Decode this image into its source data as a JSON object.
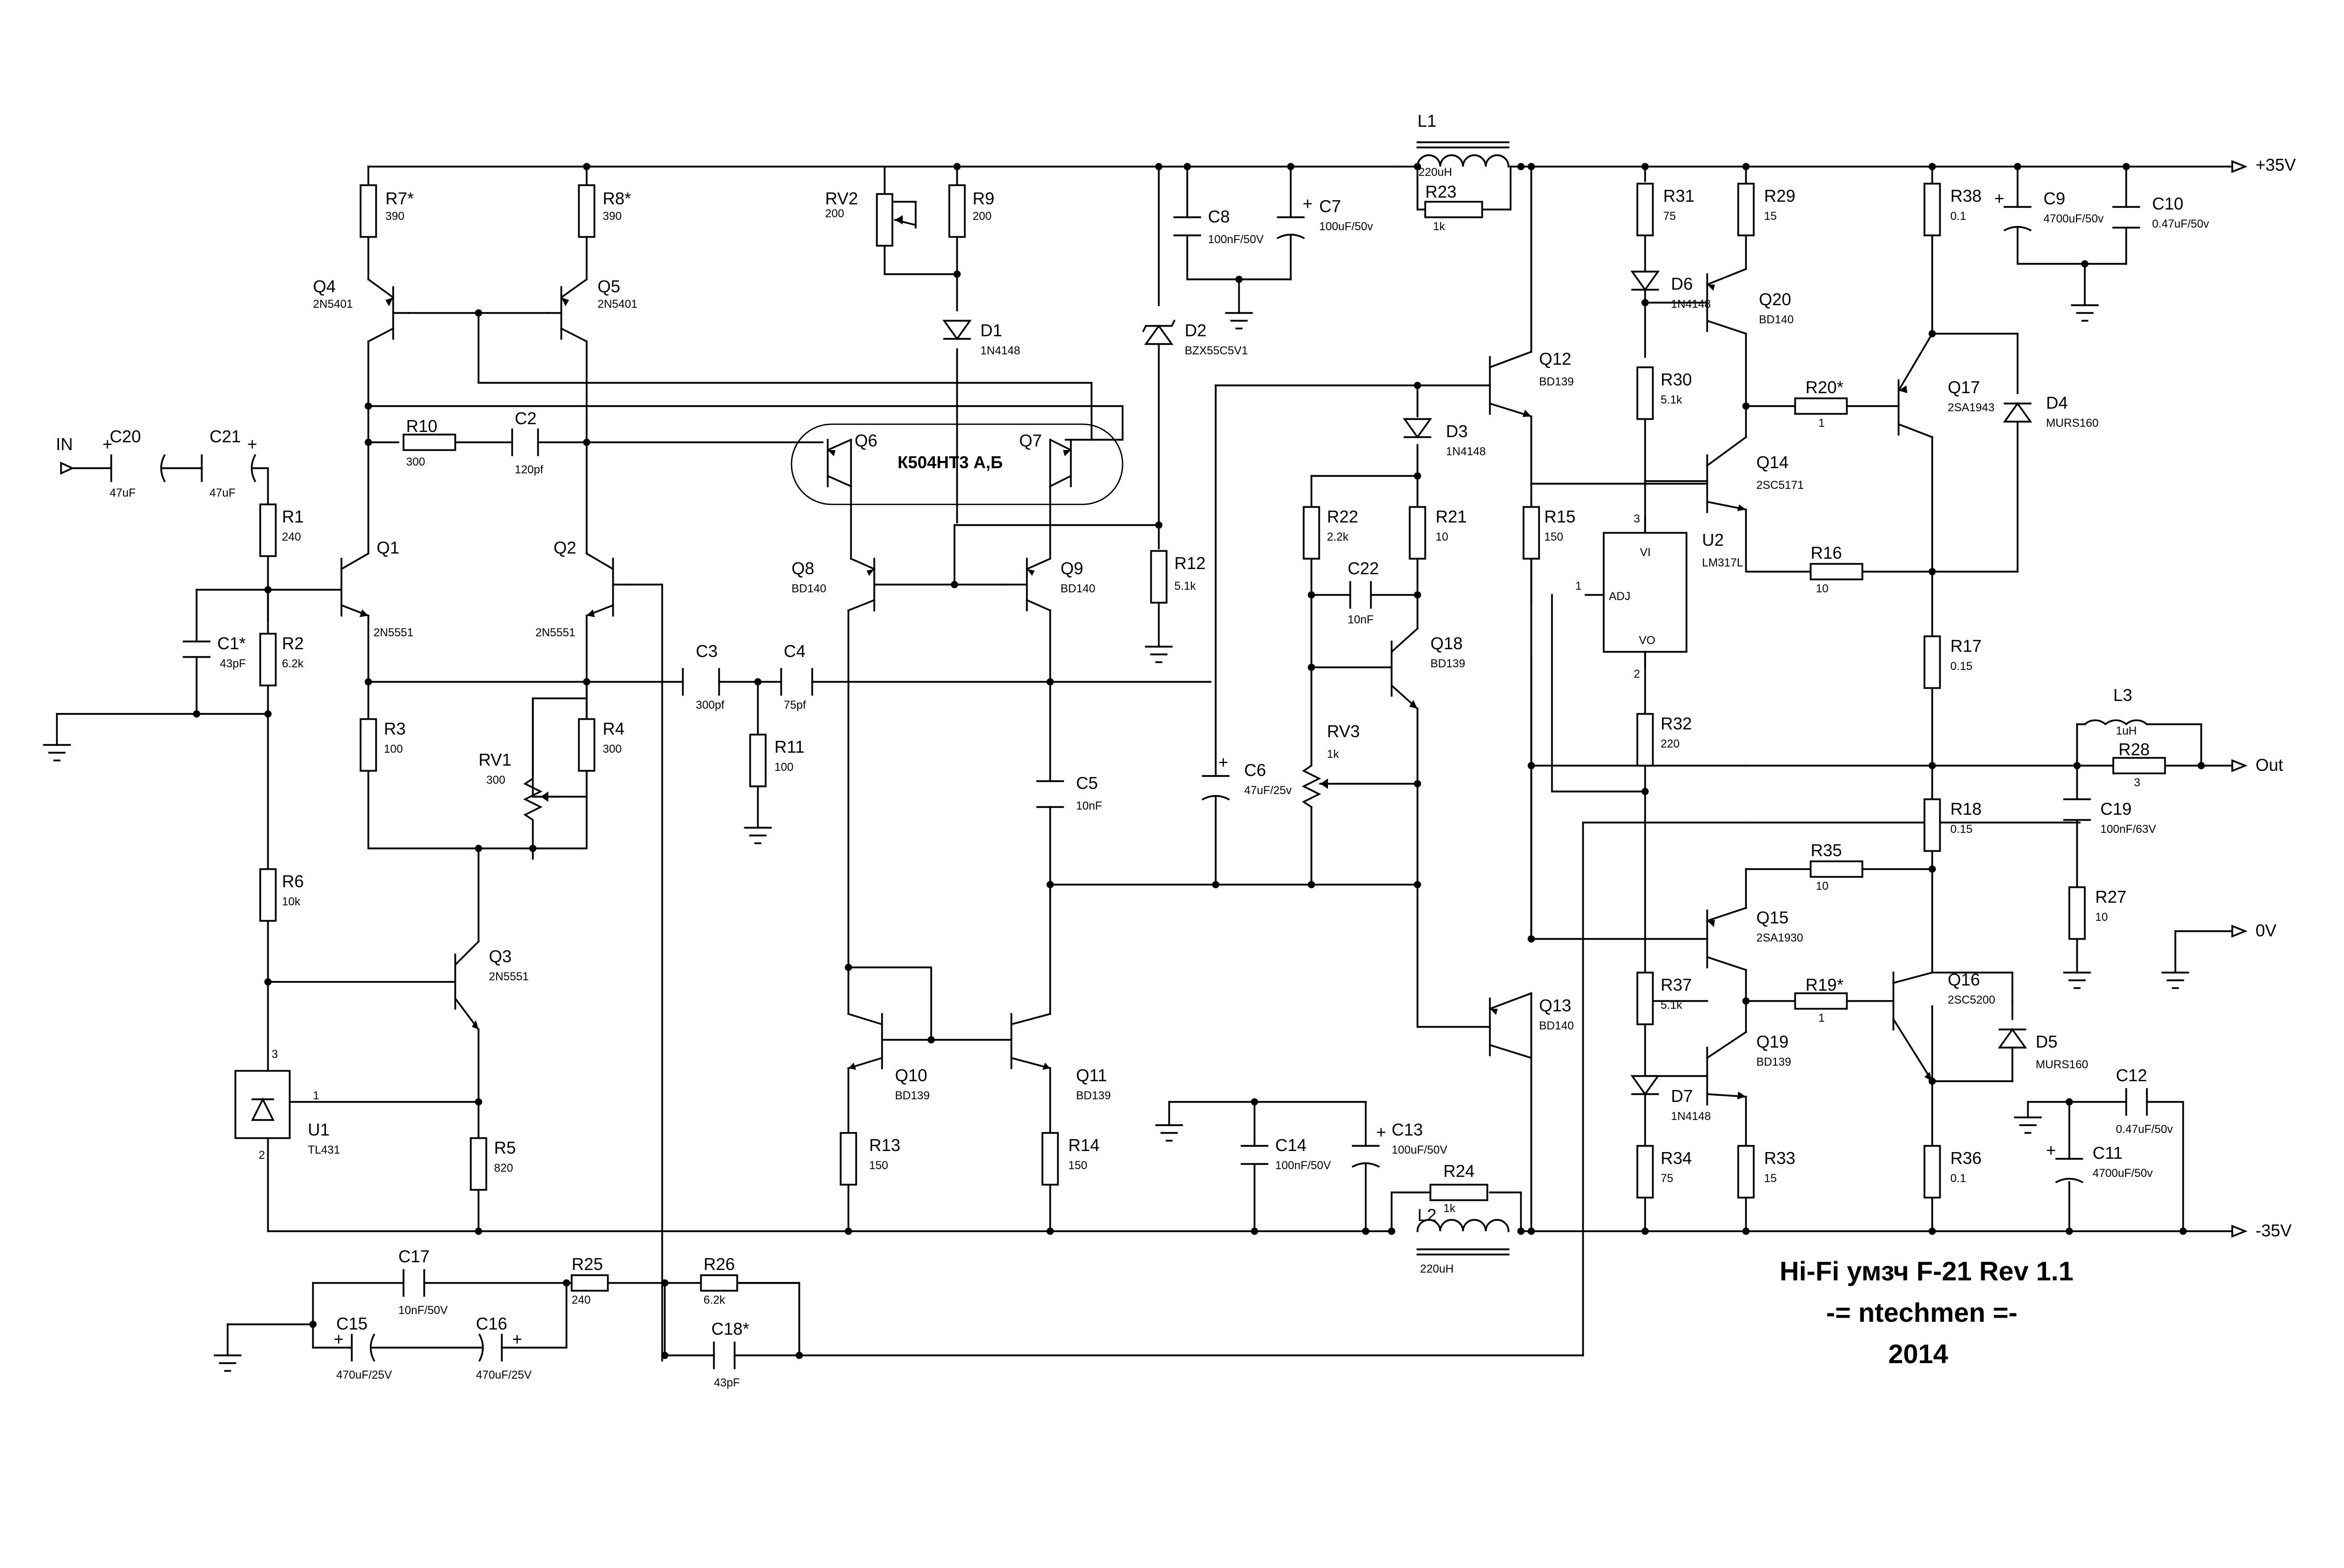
{
  "title": {
    "line1": "Hi-Fi умзч F-21 Rev 1.1",
    "line2": "-= ntechmen =-",
    "line3": "2014"
  },
  "ports": {
    "in": "IN",
    "vpos": "+35V",
    "vneg": "-35V",
    "out": "Out",
    "gnd": "0V"
  },
  "ic": {
    "k504_label": "К504НТ3 А,Б",
    "u2_vi": "VI",
    "u2_vo": "VO",
    "u2_adj": "ADJ",
    "u2_pin1": "1",
    "u2_pin2": "2",
    "u2_pin3": "3",
    "u1_pin1": "1",
    "u1_pin2": "2",
    "u1_pin3": "3"
  },
  "components": {
    "R7": {
      "ref": "R7*",
      "val": "390"
    },
    "R8": {
      "ref": "R8*",
      "val": "390"
    },
    "RV2": {
      "ref": "RV2",
      "val": "200"
    },
    "R9": {
      "ref": "R9",
      "val": "200"
    },
    "D1": {
      "ref": "D1",
      "val": "1N4148"
    },
    "D2": {
      "ref": "D2",
      "val": "BZX55C5V1"
    },
    "C8": {
      "ref": "C8",
      "val": "100nF/50V"
    },
    "C7": {
      "ref": "C7",
      "val": "100uF/50v"
    },
    "L1": {
      "ref": "L1",
      "val": "220uH"
    },
    "R23": {
      "ref": "R23",
      "val": "1k"
    },
    "Q4": {
      "ref": "Q4",
      "val": "2N5401"
    },
    "Q5": {
      "ref": "Q5",
      "val": "2N5401"
    },
    "R10": {
      "ref": "R10",
      "val": "300"
    },
    "C2": {
      "ref": "C2",
      "val": "120pf"
    },
    "Q6": {
      "ref": "Q6",
      "val": ""
    },
    "Q7": {
      "ref": "Q7",
      "val": ""
    },
    "C20": {
      "ref": "C20",
      "val": "47uF"
    },
    "C21": {
      "ref": "C21",
      "val": "47uF"
    },
    "R1": {
      "ref": "R1",
      "val": "240"
    },
    "Q1": {
      "ref": "Q1",
      "val": "2N5551"
    },
    "Q2": {
      "ref": "Q2",
      "val": "2N5551"
    },
    "C1": {
      "ref": "C1*",
      "val": "43pF"
    },
    "R2": {
      "ref": "R2",
      "val": "6.2k"
    },
    "R3": {
      "ref": "R3",
      "val": "100"
    },
    "R4": {
      "ref": "R4",
      "val": "300"
    },
    "RV1": {
      "ref": "RV1",
      "val": "300"
    },
    "C3": {
      "ref": "C3",
      "val": "300pf"
    },
    "C4": {
      "ref": "C4",
      "val": "75pf"
    },
    "R11": {
      "ref": "R11",
      "val": "100"
    },
    "Q8": {
      "ref": "Q8",
      "val": "BD140"
    },
    "Q9": {
      "ref": "Q9",
      "val": "BD140"
    },
    "R12": {
      "ref": "R12",
      "val": "5.1k"
    },
    "C5": {
      "ref": "C5",
      "val": "10nF"
    },
    "Q12": {
      "ref": "Q12",
      "val": "BD139"
    },
    "D3": {
      "ref": "D3",
      "val": "1N4148"
    },
    "R22": {
      "ref": "R22",
      "val": "2.2k"
    },
    "R21": {
      "ref": "R21",
      "val": "10"
    },
    "C22": {
      "ref": "C22",
      "val": "10nF"
    },
    "Q18": {
      "ref": "Q18",
      "val": "BD139"
    },
    "RV3": {
      "ref": "RV3",
      "val": "1k"
    },
    "C6": {
      "ref": "C6",
      "val": "47uF/25v"
    },
    "R15": {
      "ref": "R15",
      "val": "150"
    },
    "R6": {
      "ref": "R6",
      "val": "10k"
    },
    "Q3": {
      "ref": "Q3",
      "val": "2N5551"
    },
    "U1": {
      "ref": "U1",
      "val": "TL431"
    },
    "R5": {
      "ref": "R5",
      "val": "820"
    },
    "Q10": {
      "ref": "Q10",
      "val": "BD139"
    },
    "Q11": {
      "ref": "Q11",
      "val": "BD139"
    },
    "R13": {
      "ref": "R13",
      "val": "150"
    },
    "R14": {
      "ref": "R14",
      "val": "150"
    },
    "C14": {
      "ref": "C14",
      "val": "100nF/50V"
    },
    "C13": {
      "ref": "C13",
      "val": "100uF/50V"
    },
    "R24": {
      "ref": "R24",
      "val": "1k"
    },
    "L2": {
      "ref": "L2",
      "val": "220uH"
    },
    "Q13": {
      "ref": "Q13",
      "val": "BD140"
    },
    "C17": {
      "ref": "C17",
      "val": "10nF/50V"
    },
    "C15": {
      "ref": "C15",
      "val": "470uF/25V"
    },
    "C16": {
      "ref": "C16",
      "val": "470uF/25V"
    },
    "R25": {
      "ref": "R25",
      "val": "240"
    },
    "R26": {
      "ref": "R26",
      "val": "6.2k"
    },
    "C18": {
      "ref": "C18*",
      "val": "43pF"
    },
    "R31": {
      "ref": "R31",
      "val": "75"
    },
    "D6": {
      "ref": "D6",
      "val": "1N4148"
    },
    "R30": {
      "ref": "R30",
      "val": "5.1k"
    },
    "U2": {
      "ref": "U2",
      "val": "LM317L"
    },
    "R32": {
      "ref": "R32",
      "val": "220"
    },
    "R37": {
      "ref": "R37",
      "val": "5.1k"
    },
    "D7": {
      "ref": "D7",
      "val": "1N4148"
    },
    "R34": {
      "ref": "R34",
      "val": "75"
    },
    "R29": {
      "ref": "R29",
      "val": "15"
    },
    "Q20": {
      "ref": "Q20",
      "val": "BD140"
    },
    "R20": {
      "ref": "R20*",
      "val": "1"
    },
    "Q14": {
      "ref": "Q14",
      "val": "2SC5171"
    },
    "R16": {
      "ref": "R16",
      "val": "10"
    },
    "R35": {
      "ref": "R35",
      "val": "10"
    },
    "Q15": {
      "ref": "Q15",
      "val": "2SA1930"
    },
    "R19": {
      "ref": "R19*",
      "val": "1"
    },
    "Q19": {
      "ref": "Q19",
      "val": "BD139"
    },
    "R33": {
      "ref": "R33",
      "val": "15"
    },
    "R38": {
      "ref": "R38",
      "val": "0.1"
    },
    "C9": {
      "ref": "C9",
      "val": "4700uF/50v"
    },
    "C10": {
      "ref": "C10",
      "val": "0.47uF/50v"
    },
    "Q17": {
      "ref": "Q17",
      "val": "2SA1943"
    },
    "D4": {
      "ref": "D4",
      "val": "MURS160"
    },
    "R17": {
      "ref": "R17",
      "val": "0.15"
    },
    "L3": {
      "ref": "L3",
      "val": "1uH"
    },
    "R28": {
      "ref": "R28",
      "val": "3"
    },
    "C19": {
      "ref": "C19",
      "val": "100nF/63V"
    },
    "R18": {
      "ref": "R18",
      "val": "0.15"
    },
    "R27": {
      "ref": "R27",
      "val": "10"
    },
    "Q16": {
      "ref": "Q16",
      "val": "2SC5200"
    },
    "D5": {
      "ref": "D5",
      "val": "MURS160"
    },
    "R36": {
      "ref": "R36",
      "val": "0.1"
    },
    "C12": {
      "ref": "C12",
      "val": "0.47uF/50v"
    },
    "C11": {
      "ref": "C11",
      "val": "4700uF/50v"
    }
  }
}
